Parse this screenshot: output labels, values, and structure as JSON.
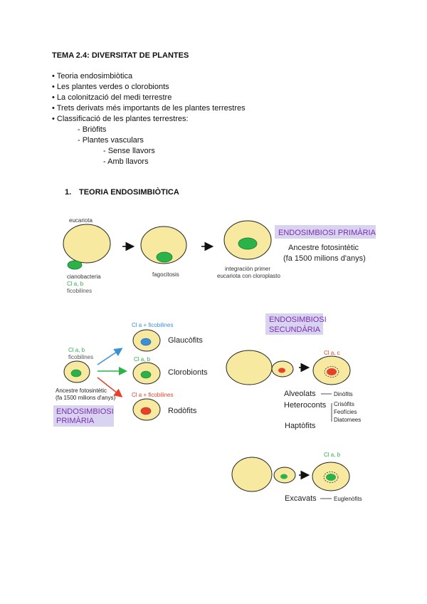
{
  "title": "TEMA 2.4: DIVERSITAT DE PLANTES",
  "bullets": [
    "• Teoria endosimbiòtica",
    "• Les plantes verdes o clorobionts",
    "• La colonització del medi terrestre",
    "• Trets derivats més importants de les plantes terrestres",
    "• Classificació de les plantes terrestres:"
  ],
  "sub_items": [
    "- Briòfits",
    "- Plantes vasculars"
  ],
  "sub_sub_items": [
    "- Sense llavors",
    "- Amb llavors"
  ],
  "section": {
    "number": "1.",
    "title": "TEORIA ENDOSIMBIÒTICA"
  },
  "colors": {
    "cell_fill": "#f7e9a0",
    "cell_stroke": "#222222",
    "chloroplast_green": "#2bb34a",
    "red": "#e8412b",
    "blue": "#3b8fd8",
    "box_bg": "#d9d3f2",
    "box_text": "#7b2fa8"
  },
  "figure1": {
    "eucariota": "eucariota",
    "cianobacteria": "cianobacteria",
    "cl_ab": "Cl a, b",
    "ficobilines": "ficobilines",
    "fagocitosis": "fagocitosis",
    "integracion_1": "integración primer",
    "integracion_2": "eucariota con cloroplasto",
    "box": "ENDOSIMBIOSI PRIMÀRIA",
    "ancestre_1": "Ancestre fotosintètic",
    "ancestre_2": "(fa 1500 milions d'anys)"
  },
  "figure2": {
    "cl_ab": "Cl a, b",
    "ficobilines": "ficobilines",
    "ancestre_1": "Ancestre fotosintètic",
    "ancestre_2": "(fa 1500 milions d'anys)",
    "box_1": "ENDOSIMBIOSI",
    "box_2": "PRIMÀRIA",
    "glauco_pig": "Cl a + ficobilines",
    "glauco": "Glaucòfits",
    "cloro_pig": "Cl a, b",
    "cloro": "Clorobionts",
    "rodo_pig": "Cl a + ficobilines",
    "rodo": "Rodòfits"
  },
  "figure3": {
    "box_1": "ENDOSIMBIOSI",
    "box_2": "SECUNDÀRIA",
    "cl_ac": "Cl a, c",
    "alveolats": "Alveolats",
    "dinofits": "Dinòfits",
    "heteroconts": "Heteroconts",
    "crisofits": "Crisòfits",
    "feoficies": "Feofícies",
    "diatomees": "Diatomees",
    "haptofits": "Haptòfits",
    "cl_ab": "Cl a, b",
    "excavats": "Excavats",
    "euglenofits": "Euglenòfits"
  }
}
